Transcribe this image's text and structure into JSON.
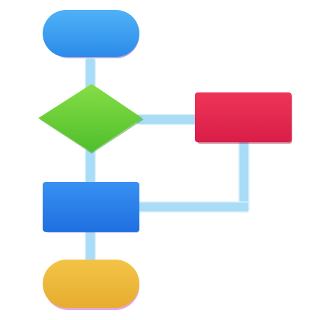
{
  "illustration": {
    "icon_name": "flowchart-icon",
    "shapes": {
      "start": {
        "kind": "terminator",
        "color": "#3a9ff2"
      },
      "decision": {
        "kind": "diamond",
        "color": "#6fd23a"
      },
      "branch_process": {
        "kind": "process",
        "color": "#e3294f"
      },
      "main_process": {
        "kind": "process",
        "color": "#2f82ee"
      },
      "end": {
        "kind": "terminator",
        "color": "#f0b93a"
      }
    },
    "connector_color": "#a9dcf6"
  }
}
